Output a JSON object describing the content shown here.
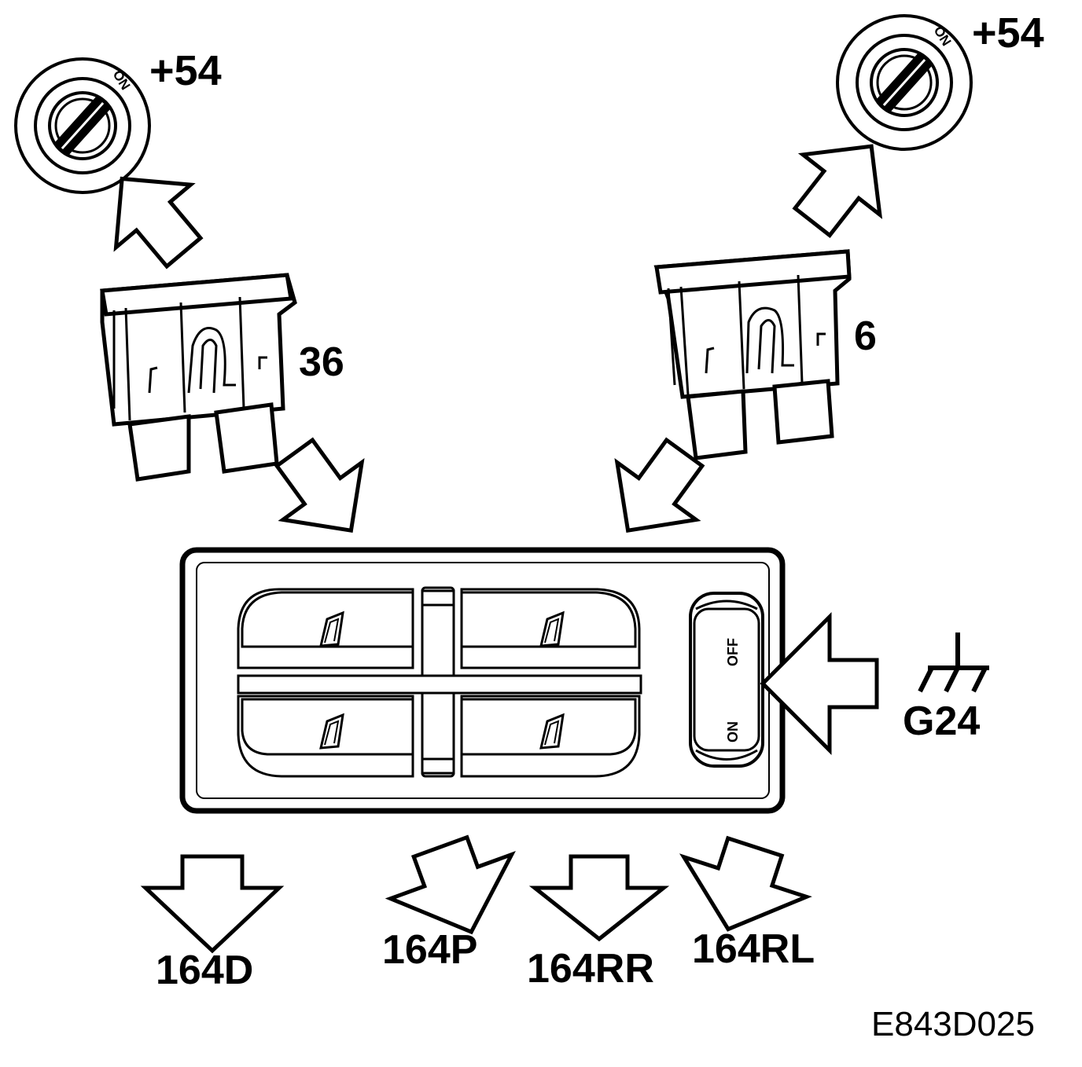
{
  "ignition_left": {
    "on_label": "ON",
    "terminal": "+54"
  },
  "ignition_right": {
    "on_label": "ON",
    "terminal": "+54"
  },
  "fuse_left": {
    "number": "36"
  },
  "fuse_right": {
    "number": "6"
  },
  "switch_panel": {
    "lockout_off": "OFF",
    "lockout_on": "ON"
  },
  "ground": {
    "label": "G24"
  },
  "outputs": [
    "164D",
    "164P",
    "164RR",
    "164RL"
  ],
  "figure_code": "E843D025"
}
